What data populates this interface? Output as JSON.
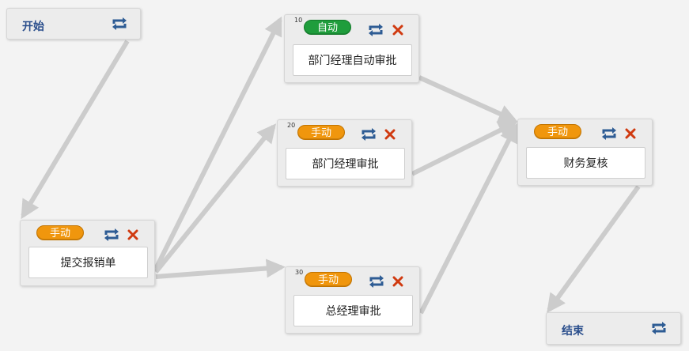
{
  "diagram": {
    "nodes": {
      "start": {
        "label": "开始",
        "icon": "refresh-icon"
      },
      "submit": {
        "mode": "手动",
        "label": "提交报销单",
        "icons": [
          "refresh-icon",
          "delete-icon"
        ]
      },
      "dept_auto": {
        "seq": "10",
        "mode": "自动",
        "label": "部门经理自动审批",
        "icons": [
          "refresh-icon",
          "delete-icon"
        ]
      },
      "dept": {
        "seq": "20",
        "mode": "手动",
        "label": "部门经理审批",
        "icons": [
          "refresh-icon",
          "delete-icon"
        ]
      },
      "gm": {
        "seq": "30",
        "mode": "手动",
        "label": "总经理审批",
        "icons": [
          "refresh-icon",
          "delete-icon"
        ]
      },
      "finance": {
        "mode": "手动",
        "label": "财务复核",
        "icons": [
          "refresh-icon",
          "delete-icon"
        ]
      },
      "end": {
        "label": "结束",
        "icon": "refresh-icon"
      }
    },
    "edges": [
      [
        "start",
        "submit"
      ],
      [
        "submit",
        "dept_auto"
      ],
      [
        "submit",
        "dept"
      ],
      [
        "submit",
        "gm"
      ],
      [
        "dept_auto",
        "finance"
      ],
      [
        "dept",
        "finance"
      ],
      [
        "gm",
        "finance"
      ],
      [
        "finance",
        "end"
      ]
    ],
    "colors": {
      "edge": "#cccccc",
      "manual_badge": "#f0960d",
      "auto_badge": "#1f9d3c",
      "refresh_icon": "#2e5c94",
      "delete_icon": "#d03a10",
      "title_text": "#2a4e8c"
    }
  }
}
